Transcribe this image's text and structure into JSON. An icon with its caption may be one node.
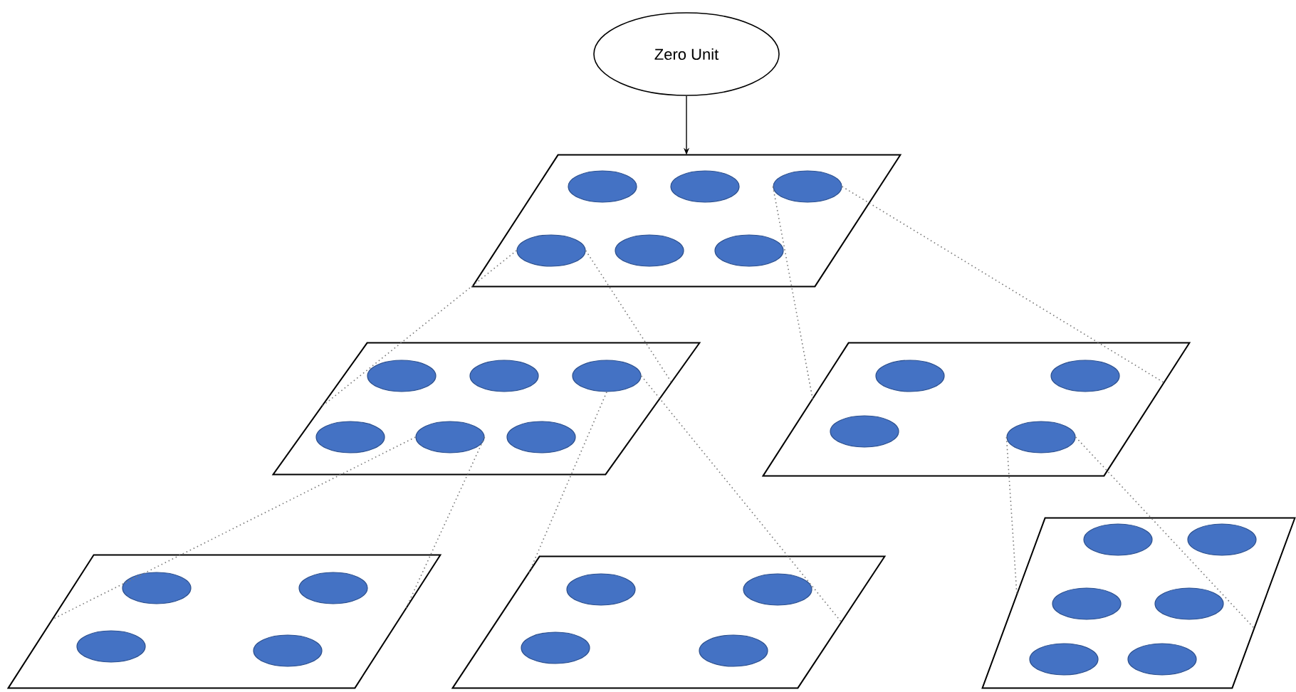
{
  "diagram": {
    "nodes": [
      {
        "text": [
          "Zero Unit"
        ]
      },
      {
        "text": [],
        "shape": "parallelogram"
      },
      {
        "text": [],
        "shape": "ellipse",
        "in": 1
      },
      {
        "text": [],
        "shape": "ellipse",
        "in": 1
      },
      {
        "text": [],
        "shape": "ellipse",
        "in": 1
      },
      {
        "text": [],
        "shape": "ellipse",
        "in": 1
      },
      {
        "text": [],
        "shape": "ellipse",
        "in": 1
      },
      {
        "text": [],
        "shape": "ellipse",
        "in": 1
      },
      {
        "text": [],
        "shape": "parallelogram"
      },
      {
        "text": [],
        "shape": "ellipse",
        "in": 8
      },
      {
        "text": [],
        "shape": "ellipse",
        "in": 8
      },
      {
        "text": [],
        "shape": "ellipse",
        "in": 8
      },
      {
        "text": [],
        "shape": "ellipse",
        "in": 8
      },
      {
        "text": [],
        "shape": "ellipse",
        "in": 8
      },
      {
        "text": [],
        "shape": "ellipse",
        "in": 8
      },
      {
        "text": [],
        "shape": "parallelogram"
      },
      {
        "text": [],
        "shape": "ellipse",
        "in": 15
      },
      {
        "text": [],
        "shape": "ellipse",
        "in": 15
      },
      {
        "text": [],
        "shape": "ellipse",
        "in": 15
      },
      {
        "text": [],
        "shape": "ellipse",
        "in": 15
      },
      {
        "text": [],
        "shape": "parallelogram"
      },
      {
        "text": [],
        "shape": "ellipse",
        "in": 20
      },
      {
        "text": [],
        "shape": "ellipse",
        "in": 20
      },
      {
        "text": [],
        "shape": "ellipse",
        "in": 20
      },
      {
        "text": [],
        "shape": "ellipse",
        "in": 20
      },
      {
        "text": [],
        "shape": "parallelogram"
      },
      {
        "text": [],
        "shape": "ellipse",
        "in": 25
      },
      {
        "text": [],
        "shape": "ellipse",
        "in": 25
      },
      {
        "text": [],
        "shape": "ellipse",
        "in": 25
      },
      {
        "text": [],
        "shape": "ellipse",
        "in": 25
      },
      {
        "text": [],
        "shape": "parallelogram"
      },
      {
        "text": [],
        "shape": "ellipse",
        "in": 30
      },
      {
        "text": [],
        "shape": "ellipse",
        "in": 30
      },
      {
        "text": [],
        "shape": "ellipse",
        "in": 30
      },
      {
        "text": [],
        "shape": "ellipse",
        "in": 30
      },
      {
        "text": [],
        "shape": "ellipse",
        "in": 30
      },
      {
        "text": [],
        "shape": "ellipse",
        "in": 30
      }
    ],
    "edges": [
      {
        "from": 0,
        "to": 1,
        "arrow": "to",
        "color": "#000000"
      },
      {
        "from": 5,
        "to": 8,
        "arrow": "none",
        "style": "dashed"
      },
      {
        "from": 5,
        "to": 8,
        "arrow": "none",
        "style": "dashed"
      },
      {
        "from": 4,
        "to": 15,
        "arrow": "none",
        "style": "dashed"
      },
      {
        "from": 4,
        "to": 15,
        "arrow": "none",
        "style": "dashed"
      },
      {
        "from": 13,
        "to": 20,
        "arrow": "none",
        "style": "dashed"
      },
      {
        "from": 13,
        "to": 20,
        "arrow": "none",
        "style": "dashed"
      },
      {
        "from": 11,
        "to": 25,
        "arrow": "none",
        "style": "dashed"
      },
      {
        "from": 11,
        "to": 25,
        "arrow": "none",
        "style": "dashed"
      },
      {
        "from": 19,
        "to": 30,
        "arrow": "none",
        "style": "dashed"
      },
      {
        "from": 19,
        "to": 30,
        "arrow": "none",
        "style": "dashed"
      }
    ]
  }
}
